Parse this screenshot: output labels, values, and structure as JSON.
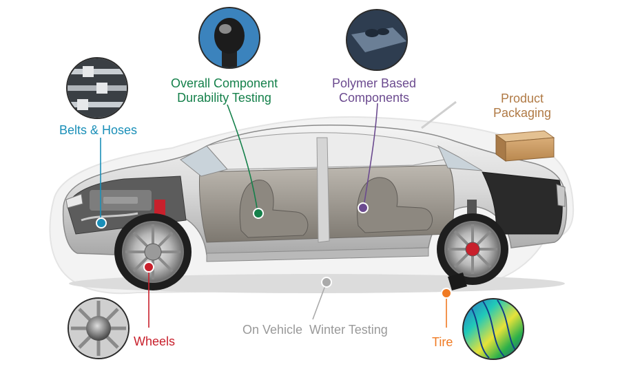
{
  "colors": {
    "belts_hoses": "#1a8fb8",
    "durability": "#14804a",
    "polymer": "#6b4a8f",
    "packaging": "#b07a45",
    "wheels": "#c8202c",
    "winter": "#999999",
    "tire": "#f07a22"
  },
  "labels": {
    "belts_hoses": "Belts & Hoses",
    "durability_line1": "Overall Component",
    "durability_line2": "Durability Testing",
    "polymer_line1": "Polymer Based",
    "polymer_line2": "Components",
    "packaging_line1": "Product",
    "packaging_line2": "Packaging",
    "wheels": "Wheels",
    "winter": "On Vehicle  Winter Testing",
    "tire": "Tire"
  },
  "icons": {
    "belts_hoses": "hose-fittings-icon",
    "durability": "gear-shift-knob-icon",
    "polymer": "console-armrest-icon",
    "packaging": "cardboard-box-icon",
    "wheels": "hubcap-icon",
    "tire": "tire-simulation-icon",
    "car": "car-cutaway-illustration"
  }
}
